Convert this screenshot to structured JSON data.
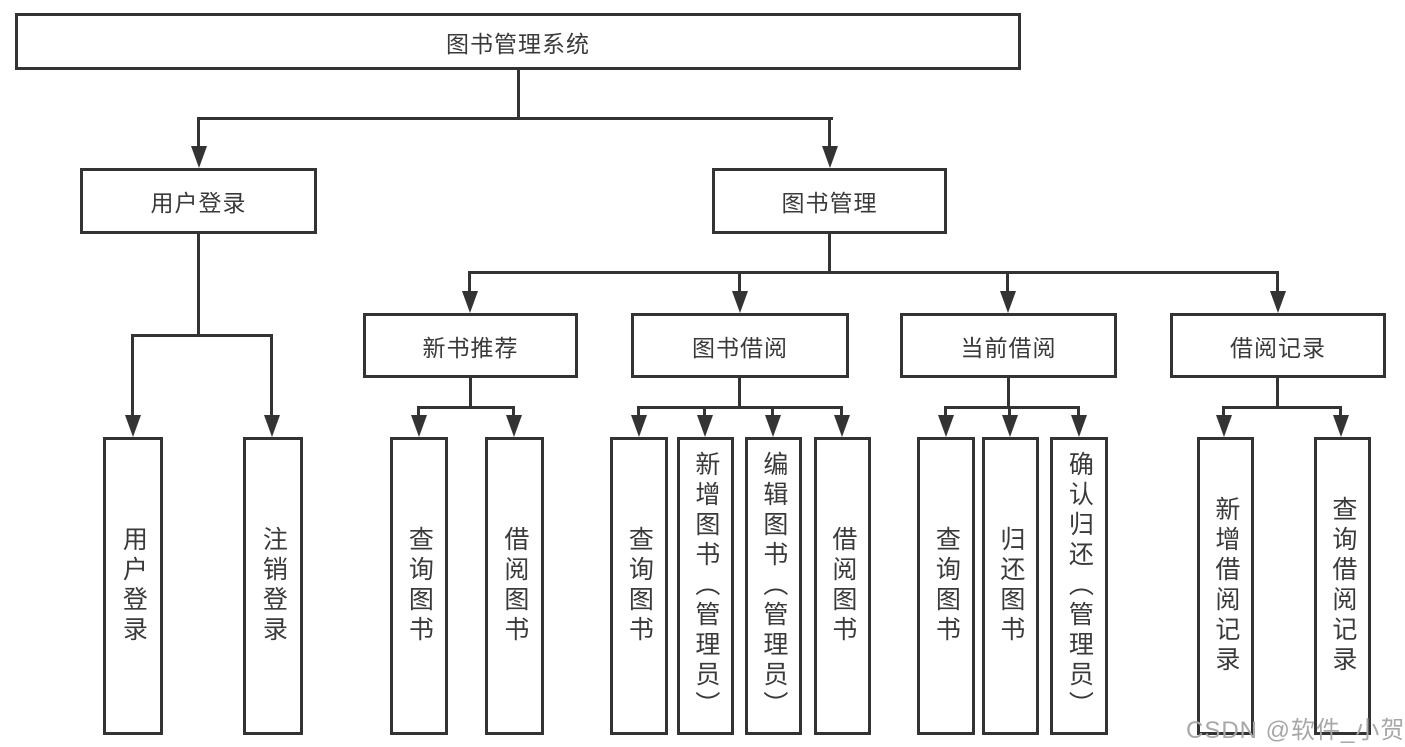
{
  "tree": {
    "label": "图书管理系统",
    "children": [
      {
        "label": "用户登录",
        "children": [
          {
            "label": "用户登录"
          },
          {
            "label": "注销登录"
          }
        ]
      },
      {
        "label": "图书管理",
        "children": [
          {
            "label": "新书推荐",
            "children": [
              {
                "label": "查询图书"
              },
              {
                "label": "借阅图书"
              }
            ]
          },
          {
            "label": "图书借阅",
            "children": [
              {
                "label": "查询图书"
              },
              {
                "label": "新增图书（管理员）"
              },
              {
                "label": "编辑图书（管理员）"
              },
              {
                "label": "借阅图书"
              }
            ]
          },
          {
            "label": "当前借阅",
            "children": [
              {
                "label": "查询图书"
              },
              {
                "label": "归还图书"
              },
              {
                "label": "确认归还（管理员）"
              }
            ]
          },
          {
            "label": "借阅记录",
            "children": [
              {
                "label": "新增借阅记录"
              },
              {
                "label": "查询借阅记录"
              }
            ]
          }
        ]
      }
    ]
  },
  "watermark": {
    "text": "CSDN @软件_小贺同学"
  },
  "colors": {
    "line": "#333333",
    "text": "#3a3a3a",
    "watermark": "#a8a8a8",
    "background": "#ffffff"
  }
}
